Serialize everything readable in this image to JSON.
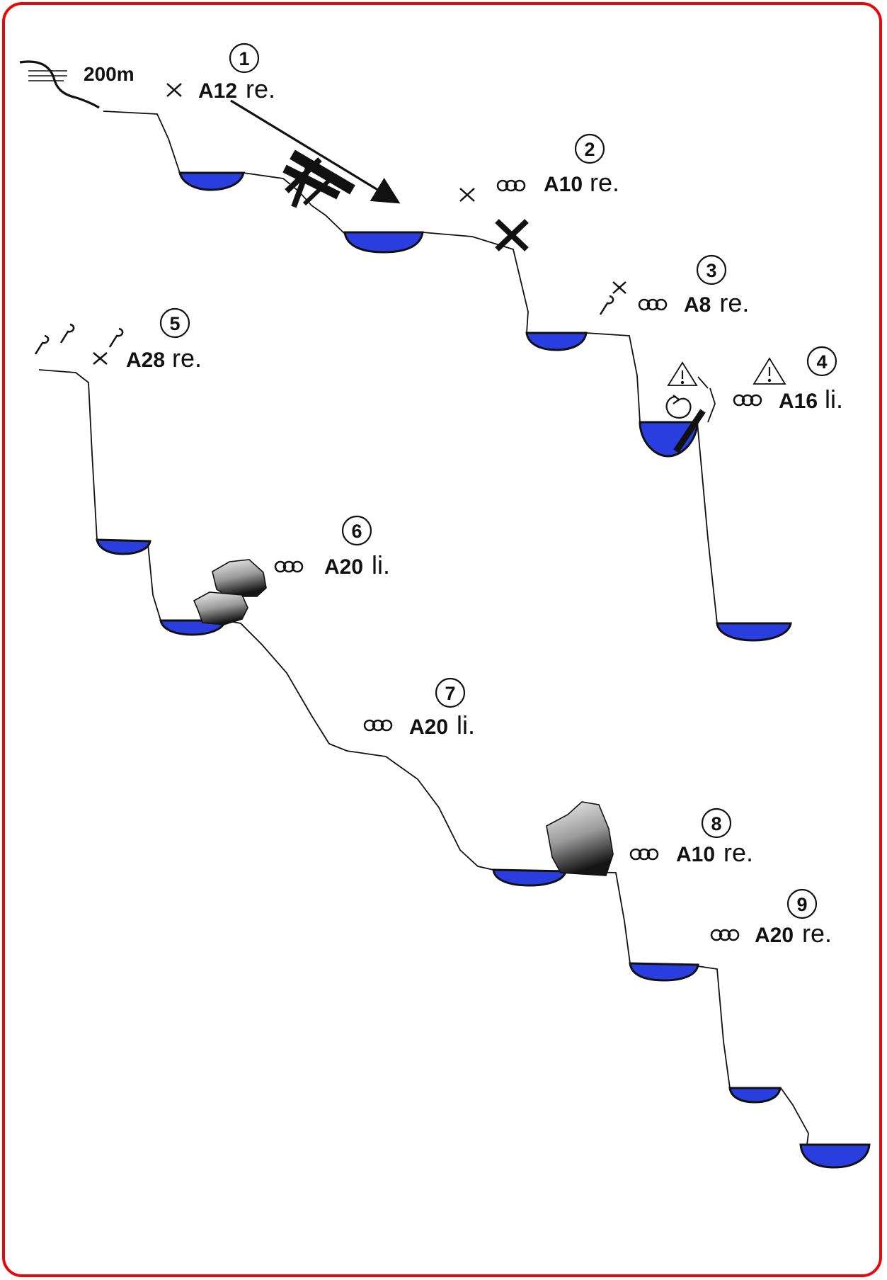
{
  "diagram": {
    "approach_label": "200m",
    "colors": {
      "frame": "#e8070b",
      "water": "#2a3ee0",
      "ink": "#111111"
    },
    "legend_icons": [
      "bolt-x-icon",
      "bolt-triple-ring-icon",
      "piton-icon",
      "hazard-icon",
      "swirl-icon",
      "log-jam-icon",
      "boulder-icon"
    ],
    "pitches": [
      {
        "number": "1",
        "label": "A12",
        "side": "re."
      },
      {
        "number": "2",
        "label": "A10",
        "side": "re."
      },
      {
        "number": "3",
        "label": "A8",
        "side": "re."
      },
      {
        "number": "4",
        "label": "A16",
        "side": "li."
      },
      {
        "number": "5",
        "label": "A28",
        "side": "re."
      },
      {
        "number": "6",
        "label": "A20",
        "side": "li."
      },
      {
        "number": "7",
        "label": "A20",
        "side": "li."
      },
      {
        "number": "8",
        "label": "A10",
        "side": "re."
      },
      {
        "number": "9",
        "label": "A20",
        "side": "re."
      }
    ]
  }
}
